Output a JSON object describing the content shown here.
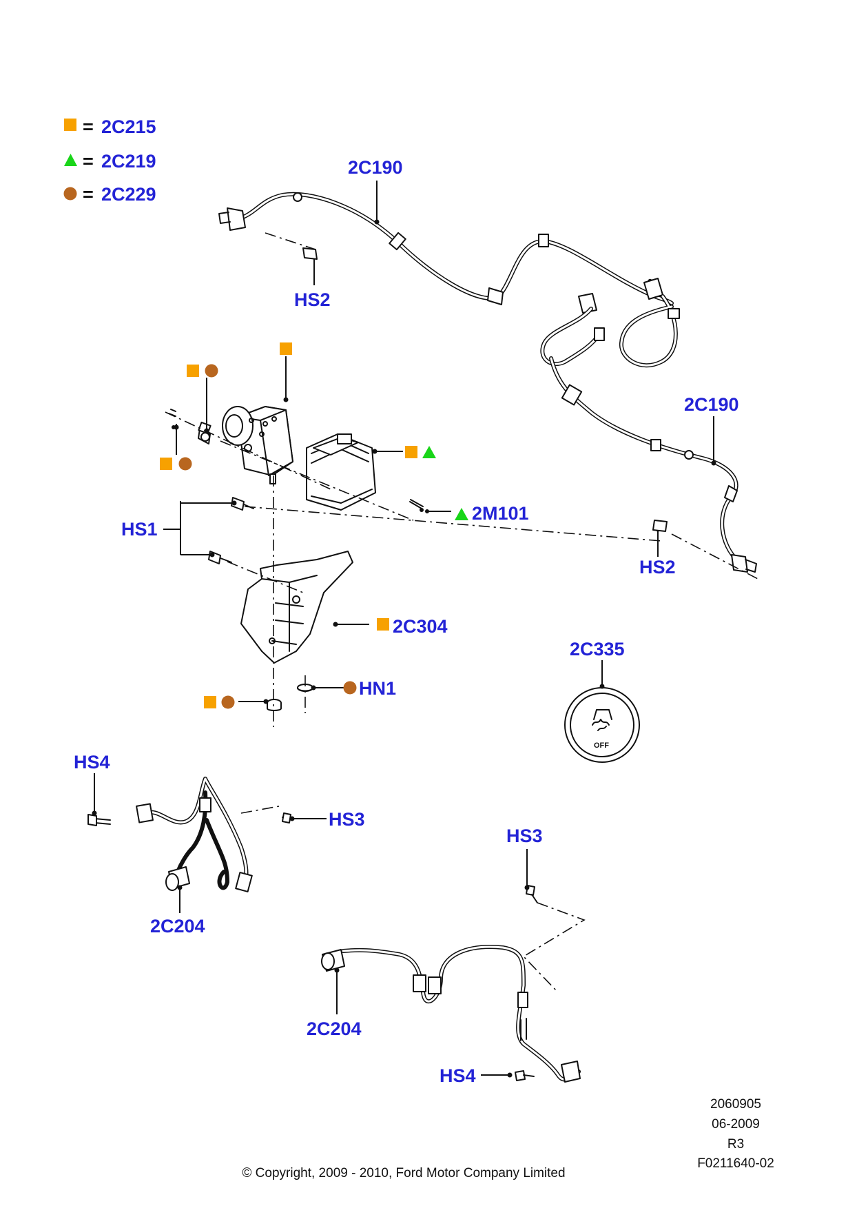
{
  "legend": [
    {
      "symbol": "square",
      "color": "#f7a100",
      "code": "2C215"
    },
    {
      "symbol": "triangle",
      "color": "#19d519",
      "code": "2C219"
    },
    {
      "symbol": "circle",
      "color": "#b8661f",
      "code": "2C229"
    }
  ],
  "legend_eq": "=",
  "colors": {
    "label": "#2323d6",
    "square": "#f7a100",
    "triangle": "#19d519",
    "circle": "#b8661f"
  },
  "labels": {
    "harness_top": "2C190",
    "harness_right": "2C190",
    "hs2_top": "HS2",
    "hs2_right": "HS2",
    "hs1": "HS1",
    "module_conn": "2M101",
    "bracket": "2C304",
    "nut": "HN1",
    "switch": "2C335",
    "hs4_left": "HS4",
    "hs3_left": "HS3",
    "sensor_left": "2C204",
    "hs3_right": "HS3",
    "sensor_right": "2C204",
    "hs4_right": "HS4"
  },
  "switch_text": "OFF",
  "footer": {
    "ref": "2060905",
    "date": "06-2009",
    "rev": "R3",
    "code": "F0211640-02",
    "copyright": "© Copyright, 2009 - 2010, Ford Motor Company Limited"
  }
}
